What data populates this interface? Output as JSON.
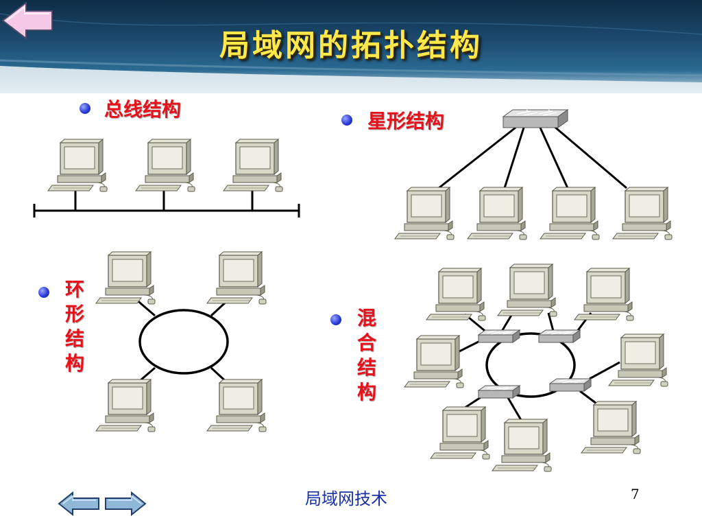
{
  "title": "局域网的拓扑结构",
  "sections": {
    "bus": "总线结构",
    "star": "星形结构",
    "ring": "环形结构",
    "hybrid": "混合结构"
  },
  "footer": {
    "text": "局域网技术",
    "page_number": "7"
  },
  "colors": {
    "title": "#ffe84a",
    "label": "#e8101a",
    "bullet": "#2b3bd8",
    "footer_text": "#1a30a8"
  },
  "icons": {
    "back": "back-arrow-icon",
    "prev": "prev-arrow-icon",
    "next": "next-arrow-icon",
    "computer": "computer-icon",
    "switch": "switch-icon"
  }
}
